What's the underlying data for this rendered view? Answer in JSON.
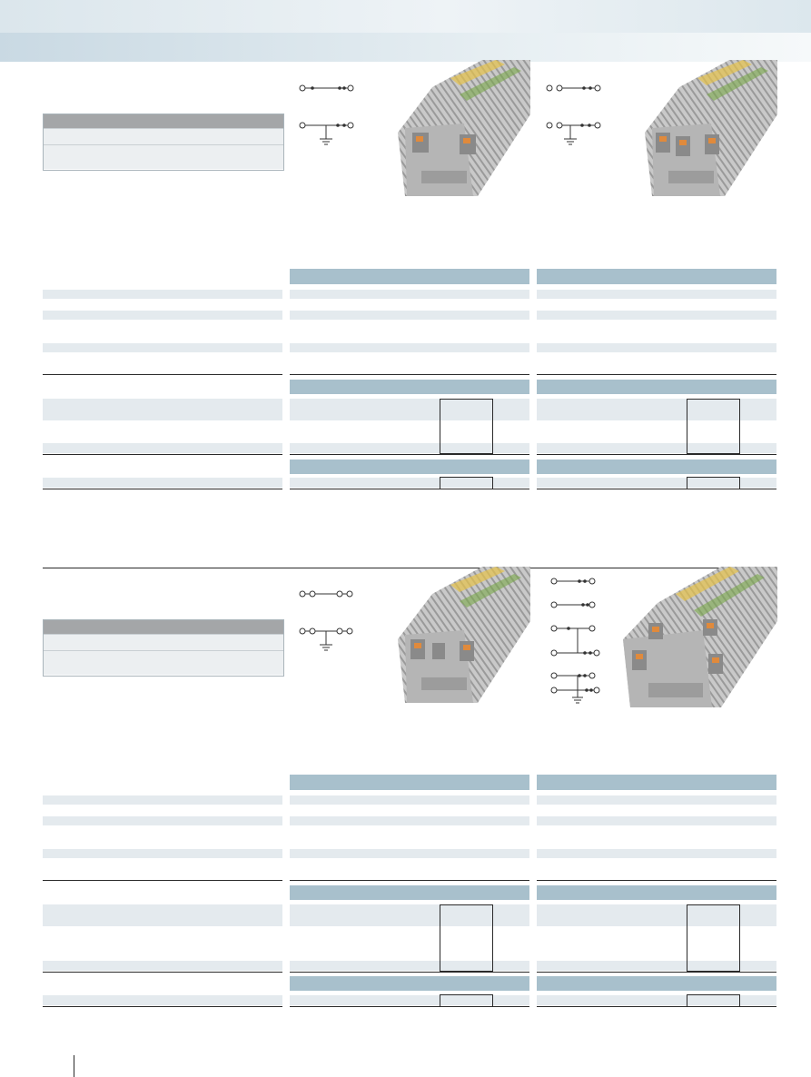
{
  "page": {
    "header_band_color": "#dbe6ec",
    "table_header_color": "#a8c0cc",
    "table_row_color": "#e4eaee",
    "legend_header_color": "#a4a6a8"
  },
  "sections": [
    {
      "id": "section-1",
      "products": [
        {
          "id": "product-a",
          "schematic": "feed-through-and-ground"
        },
        {
          "id": "product-b",
          "schematic": "feed-through-and-ground"
        }
      ]
    },
    {
      "id": "section-2",
      "products": [
        {
          "id": "product-c",
          "schematic": "knife-disconnect-and-ground"
        },
        {
          "id": "product-d",
          "schematic": "double-level-disconnect-and-ground"
        }
      ]
    }
  ],
  "icons": [
    "circuit-schematic-icon",
    "ground-symbol-icon",
    "terminal-block-photo-icon"
  ]
}
